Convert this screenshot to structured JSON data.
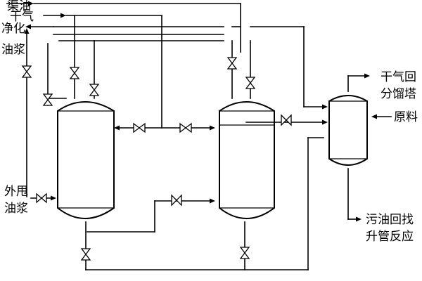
{
  "labels": {
    "slurry_oil_in": "渠油",
    "dry_gas_in": "干气",
    "purify": "净化",
    "slurry_oil_out": "油浆",
    "external_throw_1": "外甩",
    "external_throw_2": "油浆",
    "dry_gas_return": "干气回",
    "fractionator": "分馏塔",
    "raw_material": "原料",
    "dirty_oil_return": "污油回找",
    "riser_reactor": "升管反应"
  }
}
